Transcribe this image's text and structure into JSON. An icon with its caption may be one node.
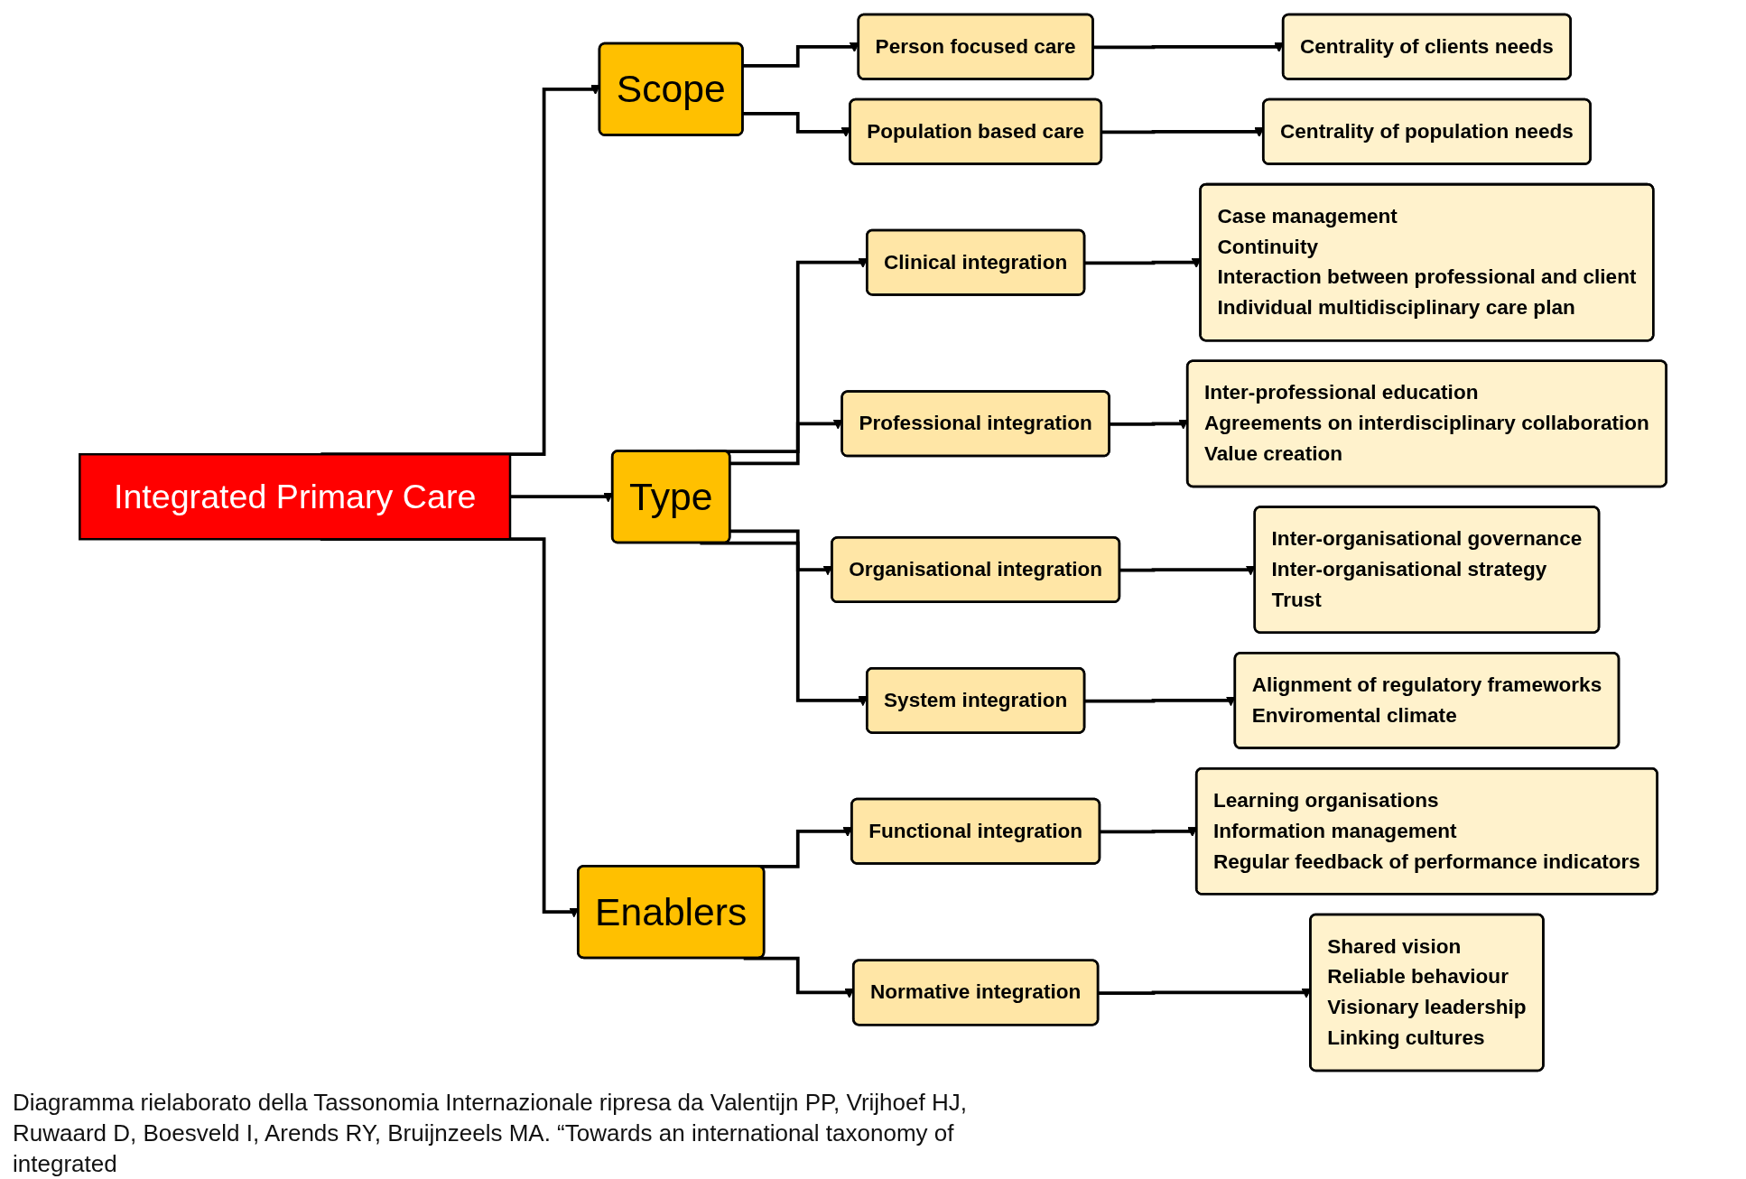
{
  "diagram": {
    "caption": "Diagramma rielaborato della Tassonomia Internazionale ripresa da Valentijn PP, Vrijhoef HJ, Ruwaard D, Boesveld I, Arends RY, Bruijnzeels MA. “Towards an international taxonomy of integrated",
    "nodes": [
      {
        "text": [
          "Integrated Primary Care"
        ]
      },
      {
        "text": [
          "Scope"
        ]
      },
      {
        "text": [
          "Type"
        ]
      },
      {
        "text": [
          "Enablers"
        ]
      },
      {
        "text": [
          "Person focused care"
        ]
      },
      {
        "text": [
          "Population based care"
        ]
      },
      {
        "text": [
          "Clinical integration"
        ]
      },
      {
        "text": [
          "Professional integration"
        ]
      },
      {
        "text": [
          "Organisational integration"
        ]
      },
      {
        "text": [
          "System integration"
        ]
      },
      {
        "text": [
          "Functional integration"
        ]
      },
      {
        "text": [
          "Normative integration"
        ]
      },
      {
        "text": [
          "Centrality of clients needs"
        ]
      },
      {
        "text": [
          "Centrality of population needs"
        ]
      },
      {
        "text": [
          "Case management",
          "Continuity",
          "Interaction between professional and client",
          "Individual multidisciplinary care plan"
        ]
      },
      {
        "text": [
          "Inter-professional education",
          "Agreements on interdisciplinary collaboration",
          "Value creation"
        ]
      },
      {
        "text": [
          "Inter-organisational governance",
          "Inter-organisational strategy",
          "Trust"
        ]
      },
      {
        "text": [
          "Alignment of regulatory frameworks",
          "Enviromental climate"
        ]
      },
      {
        "text": [
          "Learning organisations",
          "Information management",
          "Regular feedback of performance indicators"
        ]
      },
      {
        "text": [
          "Shared vision",
          "Reliable behaviour",
          "Visionary leadership",
          "Linking cultures"
        ]
      }
    ],
    "edges": [
      {
        "from": 0,
        "to": 1,
        "arrow": "to"
      },
      {
        "from": 0,
        "to": 2,
        "arrow": "to"
      },
      {
        "from": 0,
        "to": 3,
        "arrow": "to"
      },
      {
        "from": 1,
        "to": 4,
        "arrow": "to"
      },
      {
        "from": 1,
        "to": 5,
        "arrow": "to"
      },
      {
        "from": 2,
        "to": 6,
        "arrow": "to"
      },
      {
        "from": 2,
        "to": 7,
        "arrow": "to"
      },
      {
        "from": 2,
        "to": 8,
        "arrow": "to"
      },
      {
        "from": 2,
        "to": 9,
        "arrow": "to"
      },
      {
        "from": 3,
        "to": 10,
        "arrow": "to"
      },
      {
        "from": 3,
        "to": 11,
        "arrow": "to"
      },
      {
        "from": 4,
        "to": 12,
        "arrow": "to"
      },
      {
        "from": 5,
        "to": 13,
        "arrow": "to"
      },
      {
        "from": 6,
        "to": 14,
        "arrow": "to"
      },
      {
        "from": 7,
        "to": 15,
        "arrow": "to"
      },
      {
        "from": 8,
        "to": 16,
        "arrow": "to"
      },
      {
        "from": 9,
        "to": 17,
        "arrow": "to"
      },
      {
        "from": 10,
        "to": 18,
        "arrow": "to"
      },
      {
        "from": 11,
        "to": 19,
        "arrow": "to"
      }
    ]
  }
}
